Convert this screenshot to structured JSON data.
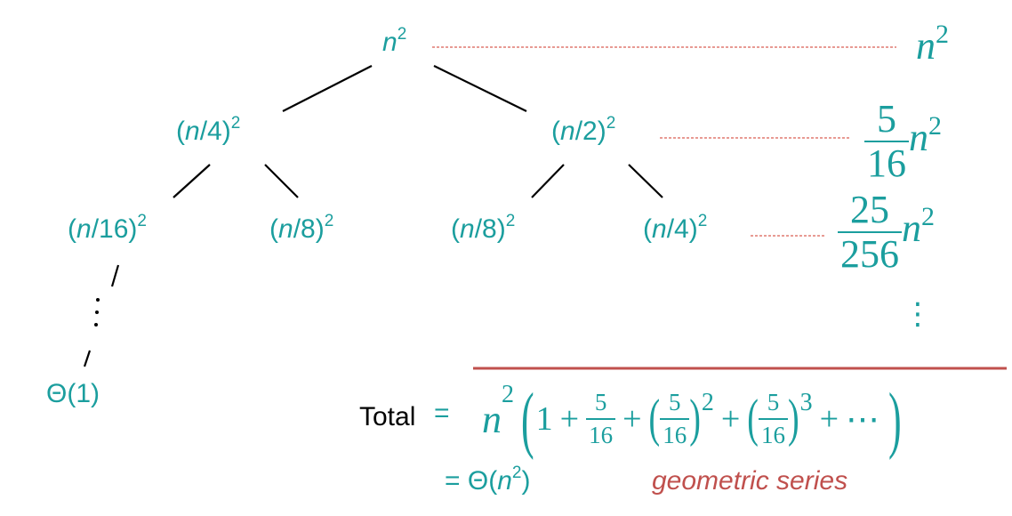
{
  "colors": {
    "node_text": "#1b9e9e",
    "edge_line": "#000000",
    "dashed_guide": "#e07a70",
    "underline": "#c0504d",
    "series_label": "#c0504d",
    "total_label": "#000000"
  },
  "tree": {
    "root": {
      "base": "n",
      "exp": "2"
    },
    "level1": [
      {
        "open": "(",
        "var": "n",
        "rest": "/4)",
        "exp": "2"
      },
      {
        "open": "(",
        "var": "n",
        "rest": "/2)",
        "exp": "2"
      }
    ],
    "level2": [
      {
        "open": "(",
        "var": "n",
        "rest": "/16)",
        "exp": "2"
      },
      {
        "open": "(",
        "var": "n",
        "rest": "/8)",
        "exp": "2"
      },
      {
        "open": "(",
        "var": "n",
        "rest": "/8)",
        "exp": "2"
      },
      {
        "open": "(",
        "var": "n",
        "rest": "/4)",
        "exp": "2"
      }
    ],
    "vertical_dots": "⋮",
    "leaf": "Θ(1)"
  },
  "level_sums": [
    {
      "num": "",
      "den": "",
      "var": "n",
      "exp": "2"
    },
    {
      "num": "5",
      "den": "16",
      "var": "n",
      "exp": "2"
    },
    {
      "num": "25",
      "den": "256",
      "var": "n",
      "exp": "2"
    }
  ],
  "level_sums_dots": "⋮",
  "total": {
    "label": "Total",
    "eq": "=",
    "n": "n",
    "exp": "2",
    "open": "(",
    "one": "1",
    "plus": "+",
    "frac_num": "5",
    "frac_den": "16",
    "pow2": "2",
    "pow3": "3",
    "ellipsis": "⋯",
    "close": ")",
    "result_eq": "=",
    "result_theta": "Θ(",
    "result_var": "n",
    "result_exp": "2",
    "result_close": ")",
    "series_label": "geometric series"
  }
}
